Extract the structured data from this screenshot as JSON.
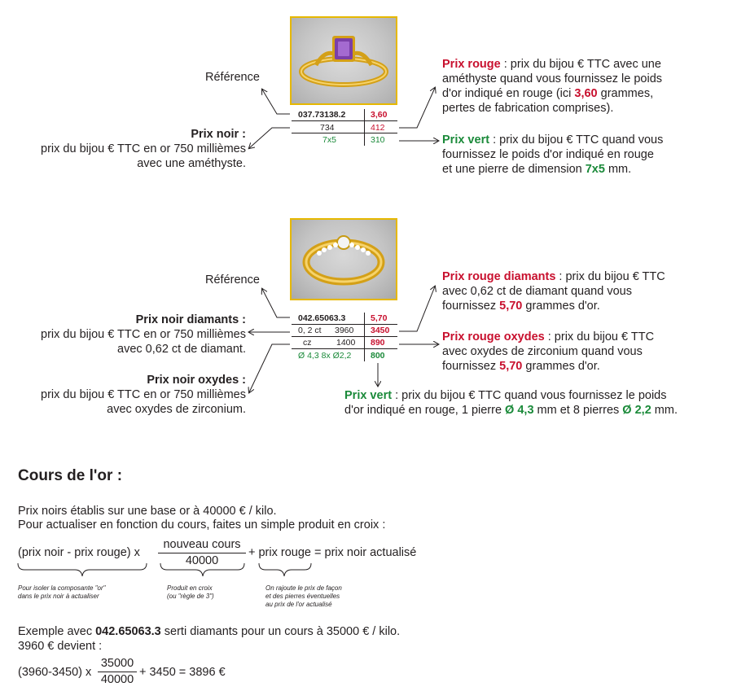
{
  "block1": {
    "reference_label": "Référence",
    "table": {
      "ref": "037.73138.2",
      "ref_red": "3,60",
      "row2_left": "734",
      "row2_right": "412",
      "row3_left": "7x5",
      "row3_right": "310"
    },
    "prix_noir_title": "Prix noir :",
    "prix_noir_line1": "prix du bijou € TTC en or 750 millièmes",
    "prix_noir_line2": "avec une améthyste.",
    "prix_rouge_title": "Prix rouge",
    "prix_rouge_l1": " : prix du bijou € TTC avec une",
    "prix_rouge_l2": "améthyste quand vous fournissez le poids",
    "prix_rouge_l3": "d'or indiqué en rouge (ici ",
    "prix_rouge_val": "3,60",
    "prix_rouge_l3b": " grammes,",
    "prix_rouge_l4": "pertes de fabrication comprises).",
    "prix_vert_title": "Prix vert",
    "prix_vert_l1": " : prix du bijou € TTC quand vous",
    "prix_vert_l2": "fournissez le poids d'or indiqué en rouge",
    "prix_vert_l3": "et une pierre de dimension ",
    "prix_vert_val": "7x5",
    "prix_vert_l3b": " mm."
  },
  "block2": {
    "reference_label": "Référence",
    "table": {
      "ref": "042.65063.3",
      "ref_red": "5,70",
      "r2_a": "0,  2 ct",
      "r2_b": "3960",
      "r2_c": "3450",
      "r3_a": "cz",
      "r3_b": "1400",
      "r3_c": "890",
      "r4_a": "Ø 4,3 8x Ø2,2",
      "r4_c": "800"
    },
    "noir_diam_title": "Prix noir diamants :",
    "noir_diam_l1": "prix du bijou € TTC en or 750 millièmes",
    "noir_diam_l2": "avec 0,62 ct de diamant.",
    "noir_oxy_title": "Prix noir oxydes :",
    "noir_oxy_l1": "prix du bijou € TTC en or 750 millièmes",
    "noir_oxy_l2": "avec oxydes de zirconium.",
    "rouge_diam_title": "Prix rouge diamants",
    "rouge_diam_l1": " : prix du bijou € TTC",
    "rouge_diam_l2": "avec 0,62 ct de diamant quand vous",
    "rouge_diam_l3": "fournissez ",
    "rouge_diam_val": "5,70",
    "rouge_diam_l3b": " grammes d'or.",
    "rouge_oxy_title": "Prix rouge oxydes",
    "rouge_oxy_l1": " : prix du bijou € TTC",
    "rouge_oxy_l2": "avec oxydes de zirconium quand vous",
    "rouge_oxy_l3": "fournissez ",
    "rouge_oxy_val": "5,70",
    "rouge_oxy_l3b": " grammes d'or.",
    "vert_title": "Prix vert",
    "vert_l1": " : prix du bijou € TTC quand vous fournissez le poids",
    "vert_l2a": "d'or indiqué en rouge, 1 pierre ",
    "vert_v1": "Ø 4,3",
    "vert_l2b": " mm et 8 pierres ",
    "vert_v2": "Ø 2,2",
    "vert_l2c": " mm."
  },
  "cours": {
    "title": "Cours de l'or :",
    "p1": "Prix noirs établis sur une base or à 40000 € / kilo.",
    "p2": "Pour actualiser en fonction du cours, faites un simple produit en croix :",
    "f_left": "(prix noir - prix rouge) x",
    "f_num": "nouveau cours",
    "f_den": "40000",
    "f_right": "+ prix rouge = prix noir actualisé",
    "note1_l1": "Pour isoler la composante \"or\"",
    "note1_l2": "dans le prix noir à actualiser",
    "note2_l1": "Produit en croix",
    "note2_l2": "(ou \"règle de 3\")",
    "note3_l1": "On rajoute le prix de façon",
    "note3_l2": "et des pierres éventuelles",
    "note3_l3": "au prix de l'or actualisé",
    "ex_l1a": "Exemple avec ",
    "ex_ref": "042.65063.3",
    "ex_l1b": " serti diamants pour un cours à 35000 € / kilo.",
    "ex_l2": "3960 € devient :",
    "ex_left": "(3960-3450) x",
    "ex_num": "35000",
    "ex_den": "40000",
    "ex_right": "+ 3450 = 3896 €"
  },
  "colors": {
    "red": "#c8102e",
    "green": "#1b8a3a",
    "frame": "#e6b800"
  }
}
